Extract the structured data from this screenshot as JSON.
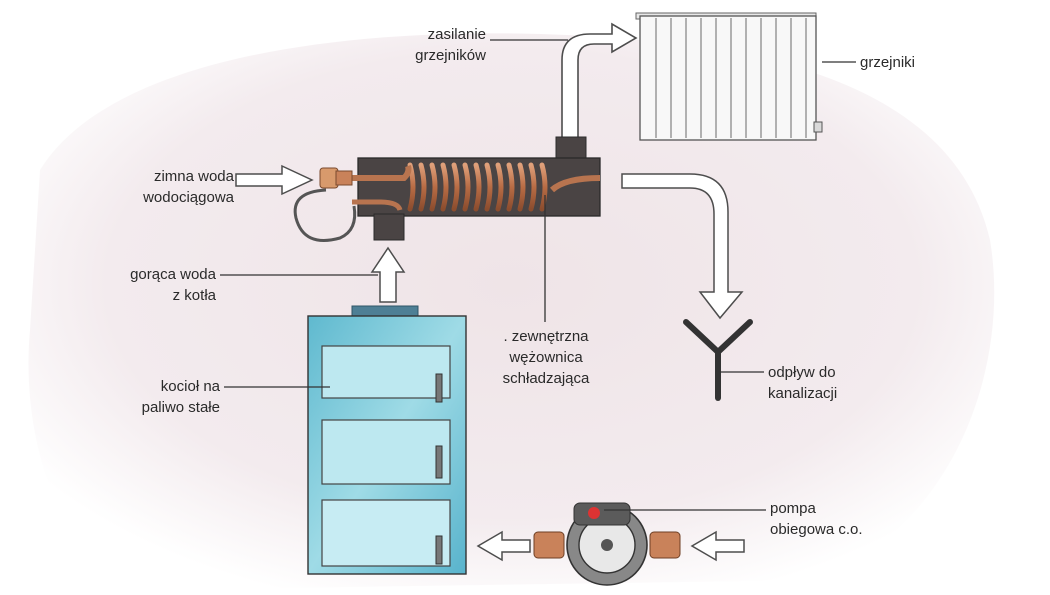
{
  "labels": {
    "supply": [
      "zasilanie",
      "grzejników"
    ],
    "radiators": "grzejniki",
    "cold_water": [
      "zimna woda",
      "wodociągowa"
    ],
    "hot_water": [
      "gorąca woda",
      "z kotła"
    ],
    "coil": [
      ". zewnętrzna",
      "wężownica",
      "schładzająca"
    ],
    "drain": [
      "odpływ do",
      "kanalizacji"
    ],
    "boiler": [
      "kocioł na",
      "paliwo stałe"
    ],
    "pump": [
      "pompa",
      "obiegowa c.o."
    ]
  },
  "colors": {
    "background_wash": "#f1e7ea",
    "boiler_blue": "#6fc3d6",
    "copper": "#c9825a",
    "exchanger_body": "#4a4444",
    "pipe_outline": "#4d4d4d",
    "radiator": "#f7f7f7"
  }
}
